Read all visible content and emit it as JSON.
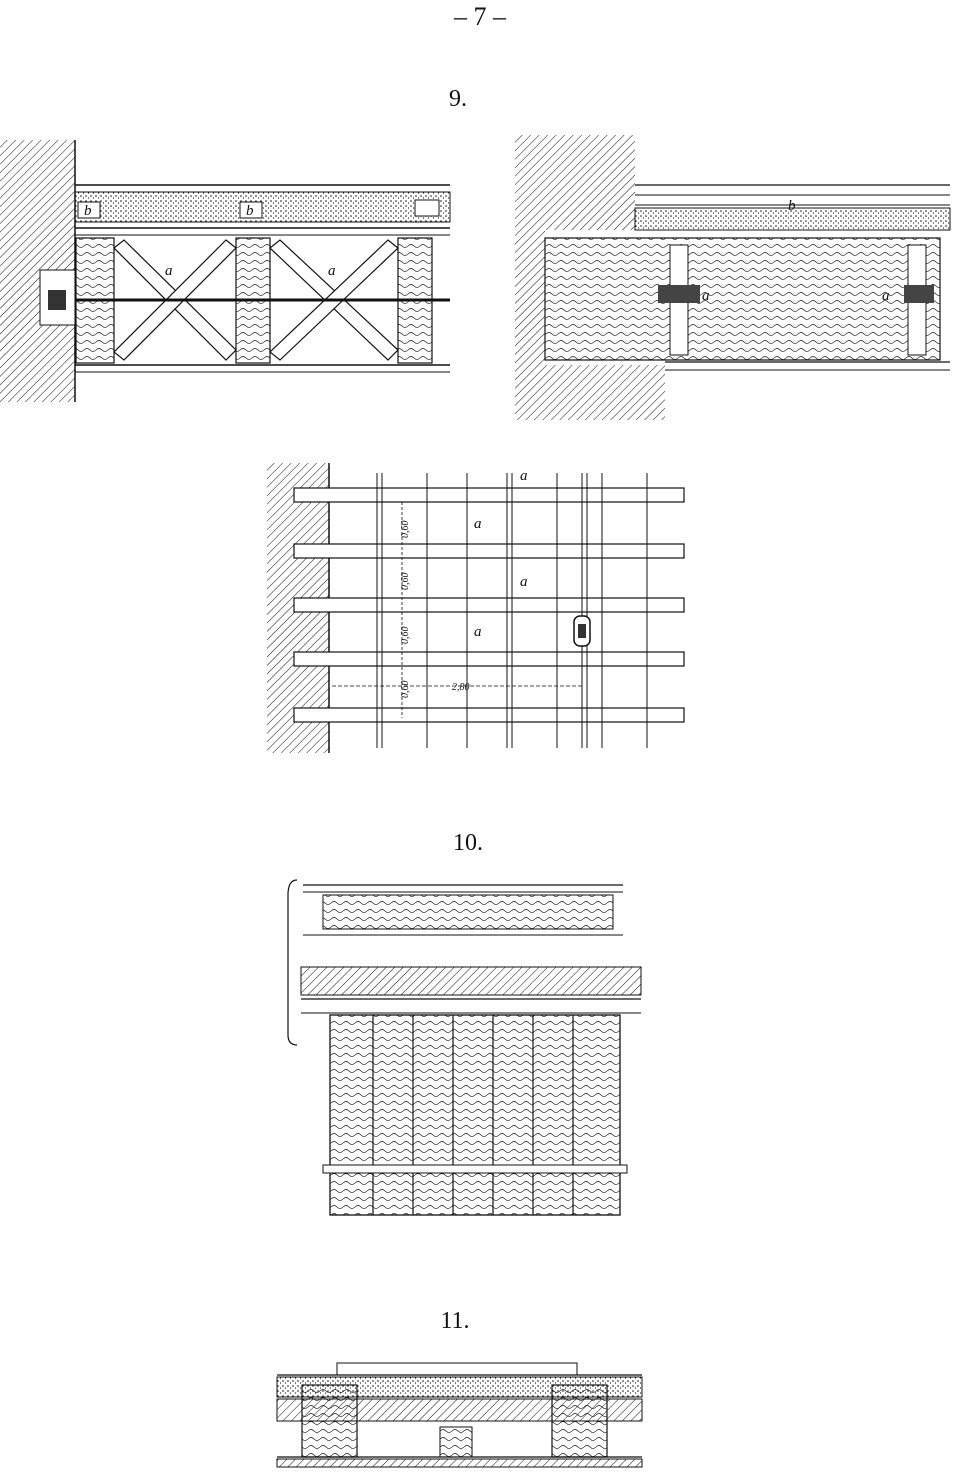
{
  "page": {
    "number": "– 7 –"
  },
  "figures": {
    "fig9": {
      "caption": "9.",
      "left_labels": {
        "a1": "a",
        "a2": "a",
        "b1": "b",
        "b2": "b"
      },
      "right_labels": {
        "b": "b",
        "a1": "a",
        "a2": "a"
      },
      "plan_labels": {
        "a1": "a",
        "a2": "a",
        "a3": "a",
        "a4": "a"
      },
      "dimensions": {
        "d1": "0,60",
        "d2": "0,60",
        "d3": "0,60",
        "d4": "0,60",
        "span": "2,80"
      }
    },
    "fig10": {
      "caption": "10."
    },
    "fig11": {
      "caption": "11."
    }
  },
  "colors": {
    "ink": "#111111",
    "paper": "#ffffff"
  }
}
